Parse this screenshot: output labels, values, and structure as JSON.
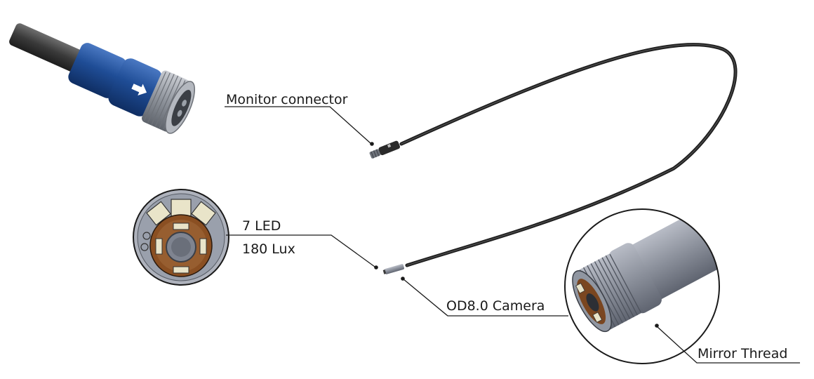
{
  "labels": {
    "monitor_connector": "Monitor connector",
    "led_count": "7 LED",
    "lux": "180 Lux",
    "camera": "OD8.0 Camera",
    "mirror_thread": "Mirror Thread"
  },
  "colors": {
    "connector_blue": "#1f4d96",
    "cable": "#2b2b2b",
    "steel": "#8a8f98",
    "led_copper": "#8a4f22",
    "led_pad": "#e9e4c9"
  }
}
